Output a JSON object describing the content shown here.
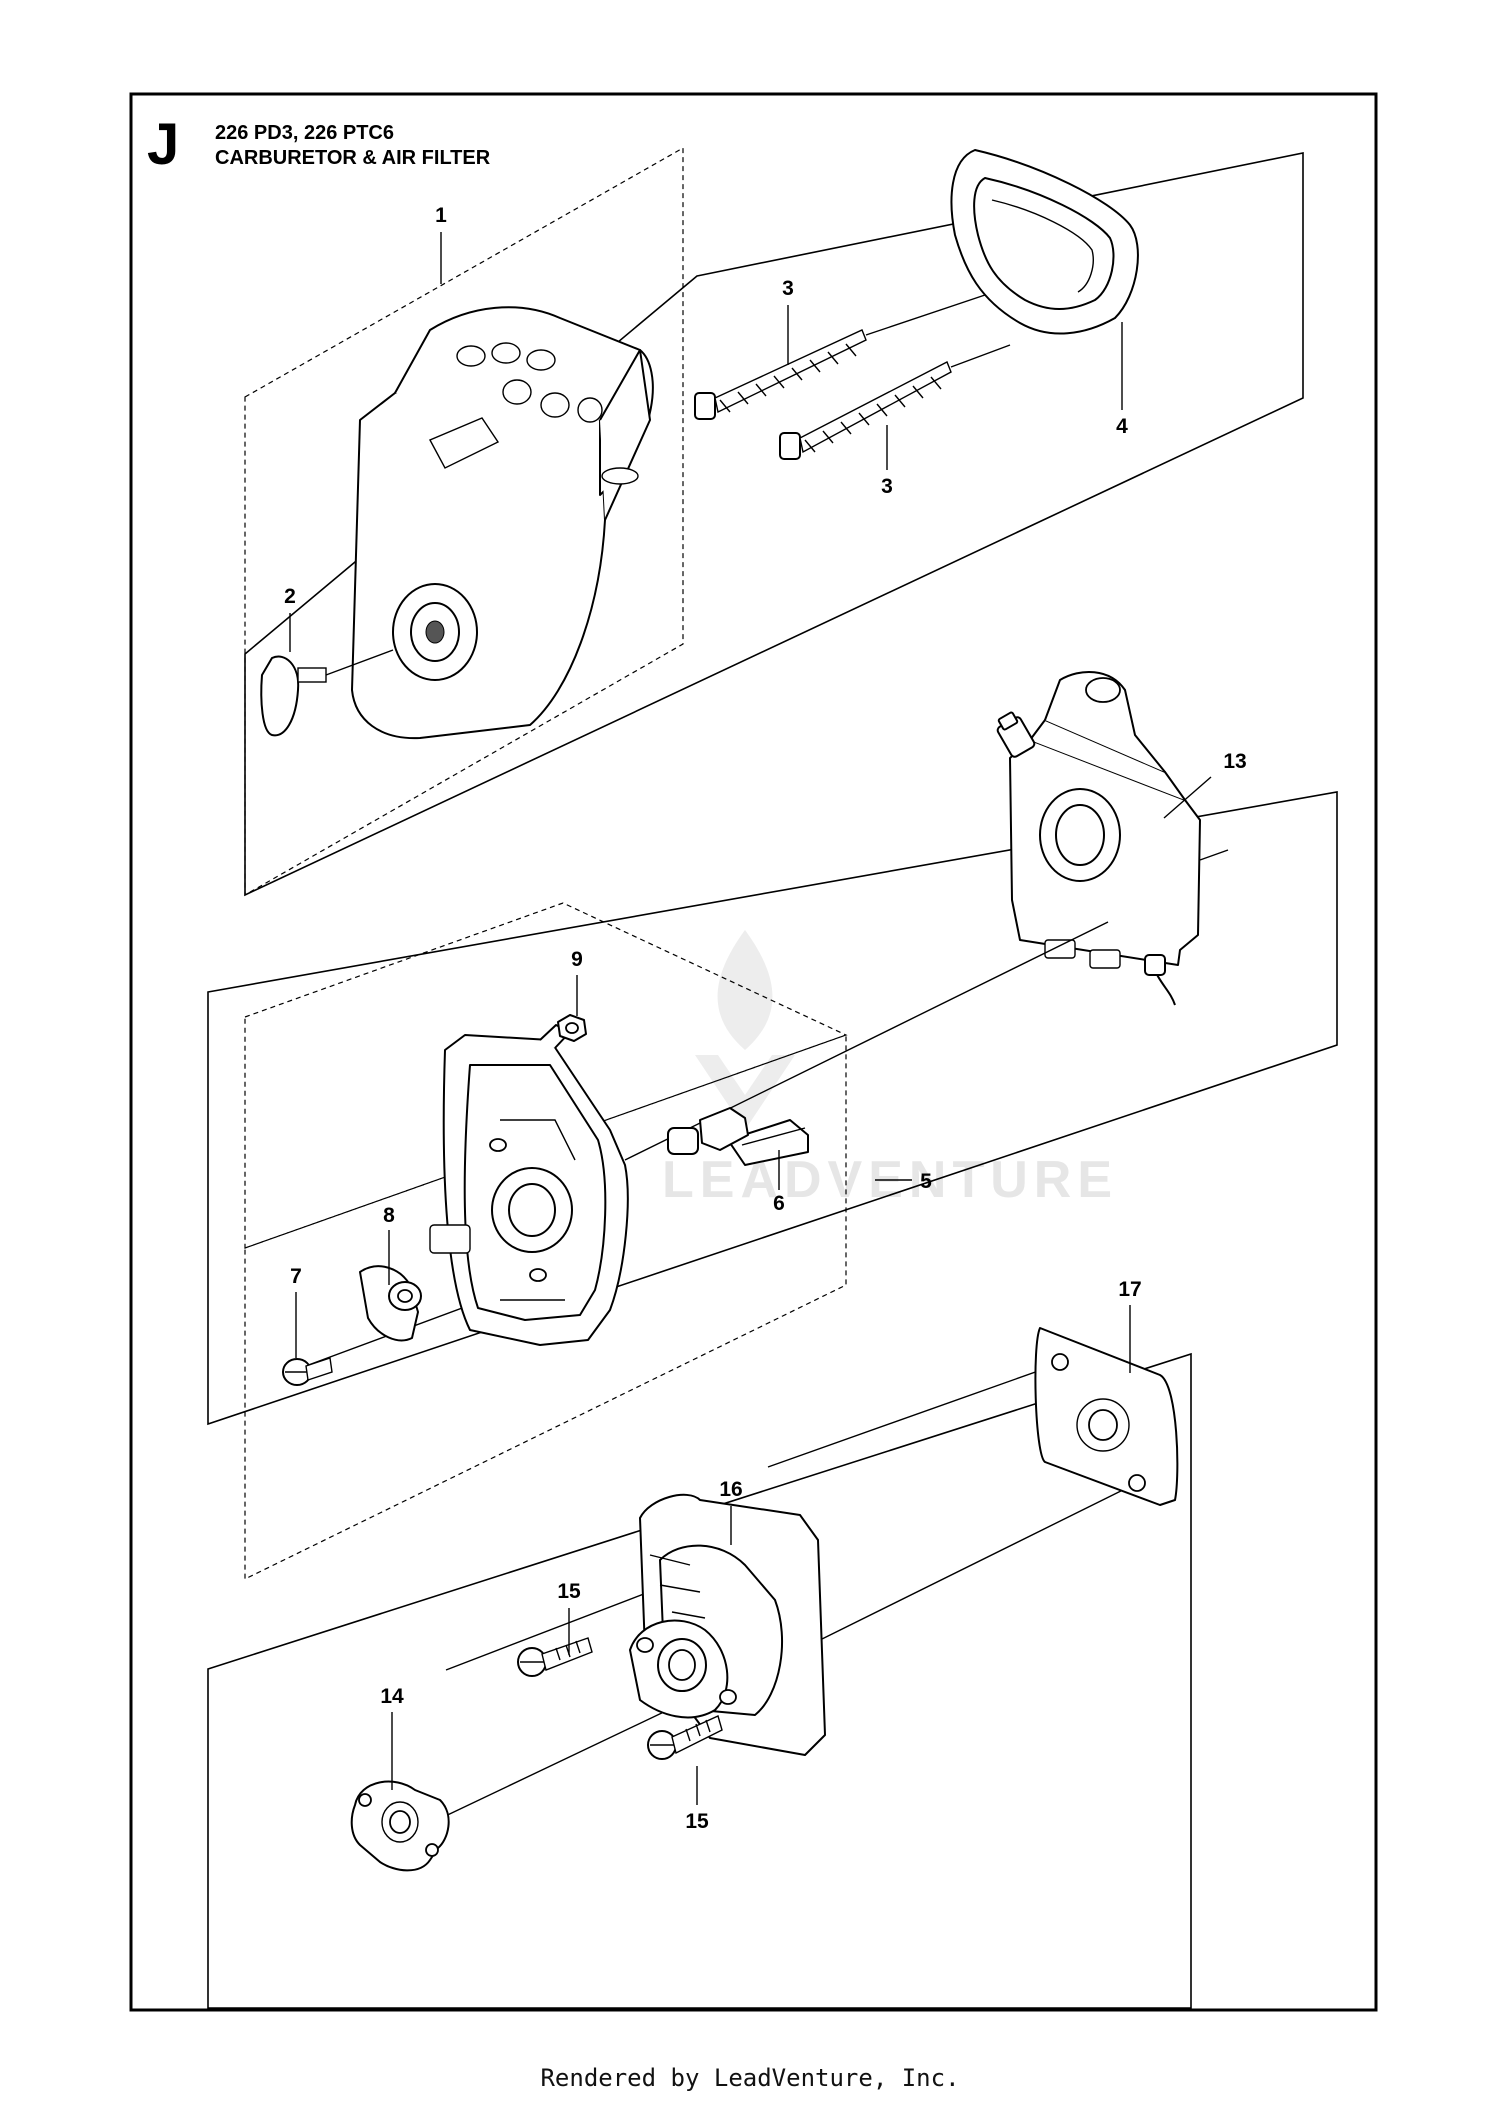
{
  "header": {
    "section_letter": "J",
    "models": "226 PD3, 226 PTC6",
    "section_title": "CARBURETOR & AIR FILTER"
  },
  "watermark": {
    "text": "LEADVENTURE"
  },
  "callouts": [
    {
      "id": "c1",
      "label": "1"
    },
    {
      "id": "c2",
      "label": "2"
    },
    {
      "id": "c3a",
      "label": "3"
    },
    {
      "id": "c3b",
      "label": "3"
    },
    {
      "id": "c4",
      "label": "4"
    },
    {
      "id": "c5",
      "label": "5"
    },
    {
      "id": "c6",
      "label": "6"
    },
    {
      "id": "c7",
      "label": "7"
    },
    {
      "id": "c8",
      "label": "8"
    },
    {
      "id": "c9",
      "label": "9"
    },
    {
      "id": "c13",
      "label": "13"
    },
    {
      "id": "c14",
      "label": "14"
    },
    {
      "id": "c15a",
      "label": "15"
    },
    {
      "id": "c15b",
      "label": "15"
    },
    {
      "id": "c16",
      "label": "16"
    },
    {
      "id": "c17",
      "label": "17"
    }
  ],
  "footer": {
    "text": "Rendered by LeadVenture, Inc."
  }
}
